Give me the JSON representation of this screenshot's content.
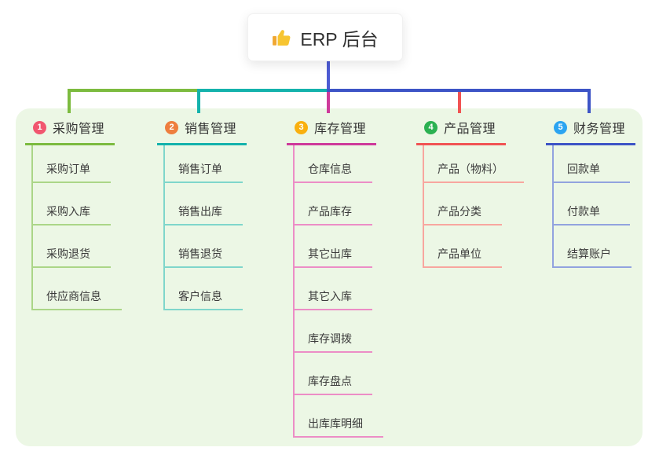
{
  "root": {
    "icon": "thumbs-up-icon",
    "label": "ERP 后台"
  },
  "connector": {
    "root_color": "#4d5bd3"
  },
  "panel": {
    "background": "#ecf7e5"
  },
  "branches": [
    {
      "num": "1",
      "title": "采购管理",
      "badge_color": "#f1566f",
      "line_color": "#7cbb3f",
      "child_line_color": "#abd687",
      "children": [
        "采购订单",
        "采购入库",
        "采购退货",
        "供应商信息"
      ]
    },
    {
      "num": "2",
      "title": "销售管理",
      "badge_color": "#ee7e3e",
      "line_color": "#14b2ac",
      "child_line_color": "#7fd6cb",
      "children": [
        "销售订单",
        "销售出库",
        "销售退货",
        "客户信息"
      ]
    },
    {
      "num": "3",
      "title": "库存管理",
      "badge_color": "#f9b00f",
      "line_color": "#ce3a9b",
      "child_line_color": "#ec8dc6",
      "children": [
        "仓库信息",
        "产品库存",
        "其它出库",
        "其它入库",
        "库存调拨",
        "库存盘点",
        "出库库明细"
      ]
    },
    {
      "num": "4",
      "title": "产品管理",
      "badge_color": "#2bb151",
      "line_color": "#f15353",
      "child_line_color": "#f8a69f",
      "children": [
        "产品（物料）",
        "产品分类",
        "产品单位"
      ]
    },
    {
      "num": "5",
      "title": "财务管理",
      "badge_color": "#2ba4f1",
      "line_color": "#3d54c6",
      "child_line_color": "#92a3df",
      "children": [
        "回款单",
        "付款单",
        "结算账户"
      ]
    }
  ]
}
